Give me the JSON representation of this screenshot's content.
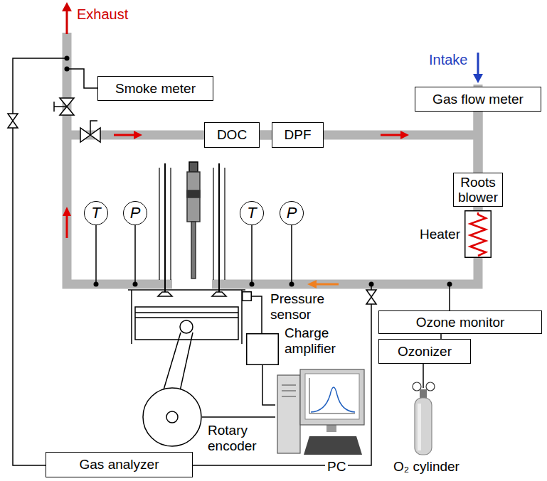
{
  "diagram": {
    "nodes": [
      {
        "text": [
          "Smoke meter"
        ]
      },
      {
        "text": [
          "Gas flow meter"
        ]
      },
      {
        "text": [
          "DOC"
        ]
      },
      {
        "text": [
          "DPF"
        ]
      },
      {
        "text": [
          "Roots blower"
        ]
      },
      {
        "text": [
          "Heater"
        ]
      },
      {
        "text": [
          "T"
        ]
      },
      {
        "text": [
          "P"
        ]
      },
      {
        "text": [
          "T"
        ]
      },
      {
        "text": [
          "P"
        ]
      },
      {
        "text": [
          "Pressure sensor"
        ]
      },
      {
        "text": [
          "Charge amplifier"
        ]
      },
      {
        "text": [
          "Ozone monitor"
        ]
      },
      {
        "text": [
          "Ozonizer"
        ]
      },
      {
        "text": [
          "Rotary encoder"
        ]
      },
      {
        "text": [
          "PC"
        ]
      },
      {
        "text": [
          "Gas analyzer"
        ]
      },
      {
        "text": [
          "O₂ cylinder"
        ]
      }
    ],
    "edges": [
      {
        "from": 2,
        "to": 3,
        "arrow": "none"
      },
      {
        "from": 1,
        "to": 4,
        "arrow": "none"
      },
      {
        "from": 4,
        "to": 5,
        "arrow": "none"
      },
      {
        "from": 10,
        "to": 11,
        "arrow": "none"
      },
      {
        "from": 11,
        "to": 15,
        "arrow": "none"
      },
      {
        "from": 14,
        "to": 15,
        "arrow": "none"
      },
      {
        "from": 12,
        "to": 13,
        "arrow": "none"
      },
      {
        "from": 13,
        "to": 17,
        "arrow": "none"
      }
    ],
    "labels": [
      "Exhaust",
      "Intake"
    ]
  }
}
